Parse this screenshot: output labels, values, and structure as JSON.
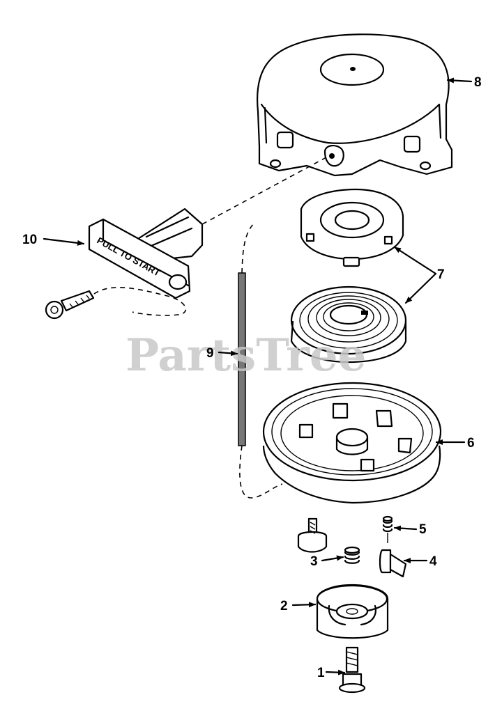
{
  "watermark": "PartsTree",
  "decal_text": "PULL TO START",
  "callouts": {
    "c1": "1",
    "c2": "2",
    "c3": "3",
    "c4": "4",
    "c5": "5",
    "c6": "6",
    "c7": "7",
    "c8": "8",
    "c9": "9",
    "c10": "10"
  },
  "colors": {
    "line": "#000000",
    "background": "#ffffff",
    "watermark": "#c8c8c8"
  }
}
